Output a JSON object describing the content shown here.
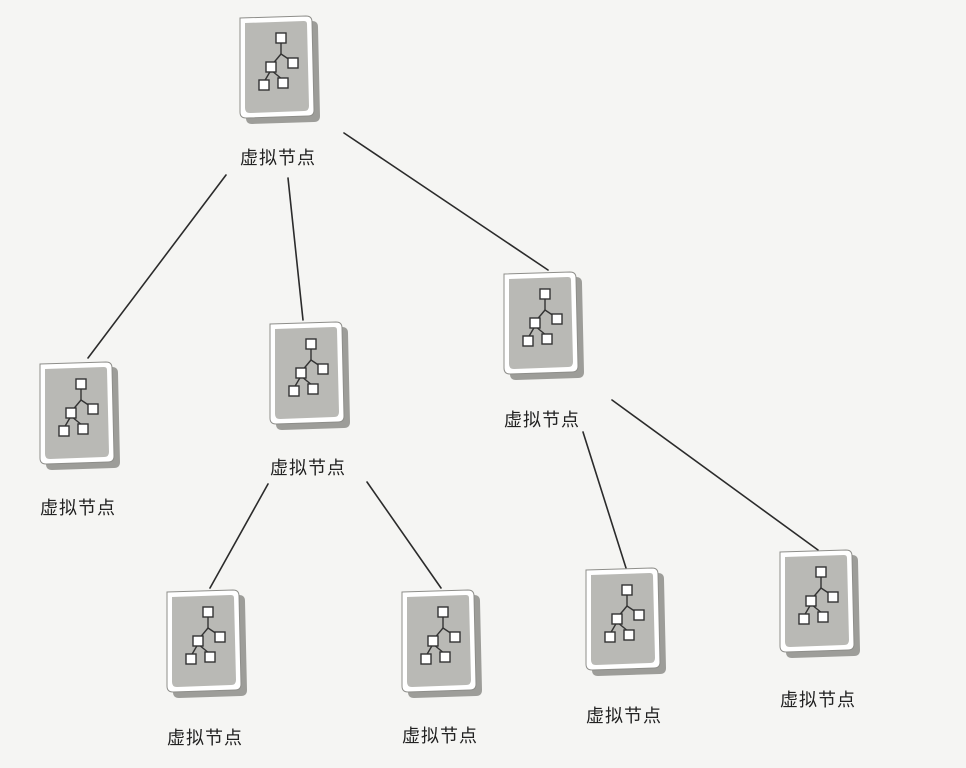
{
  "nodes": [
    {
      "id": "n1",
      "label": "虚拟节点"
    },
    {
      "id": "n2",
      "label": "虚拟节点"
    },
    {
      "id": "n3",
      "label": "虚拟节点"
    },
    {
      "id": "n4",
      "label": "虚拟节点"
    },
    {
      "id": "n5",
      "label": "虚拟节点"
    },
    {
      "id": "n6",
      "label": "虚拟节点"
    },
    {
      "id": "n7",
      "label": "虚拟节点"
    },
    {
      "id": "n8",
      "label": "虚拟节点"
    }
  ],
  "edges": [
    {
      "from": "n1",
      "to": "n2"
    },
    {
      "from": "n1",
      "to": "n3"
    },
    {
      "from": "n1",
      "to": "n4"
    },
    {
      "from": "n3",
      "to": "n5"
    },
    {
      "from": "n3",
      "to": "n6"
    },
    {
      "from": "n4",
      "to": "n7"
    },
    {
      "from": "n4",
      "to": "n8"
    }
  ],
  "colors": {
    "doc_face": "#b9b9b5",
    "doc_edge": "#ffffff",
    "line": "#2b2b2b"
  },
  "icon": "hierarchy-document-icon"
}
